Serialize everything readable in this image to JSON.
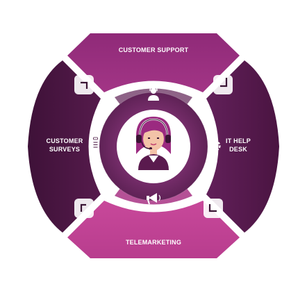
{
  "diagram": {
    "segments": [
      {
        "id": "top",
        "lines": [
          "CUSTOMER SUPPORT"
        ],
        "color": "#9e2f83",
        "icon": "headset-person-icon"
      },
      {
        "id": "left",
        "lines": [
          "CUSTOMER",
          "SURVEYS"
        ],
        "color": "#4a1641",
        "icon": "clipboard-icon"
      },
      {
        "id": "right",
        "lines": [
          "IT HELP",
          "DESK"
        ],
        "color": "#5a1a4e",
        "icon": "gear-icon"
      },
      {
        "id": "bottom",
        "lines": [
          "TELEMARKETING"
        ],
        "color": "#c03a8f",
        "icon": "megaphone-icon"
      }
    ],
    "center": {
      "icon": "call-center-agent-icon"
    },
    "ring_color": "#6e2a64",
    "inner_ring_color": "#8a3a7c",
    "bracket_color": "#ffffff"
  }
}
